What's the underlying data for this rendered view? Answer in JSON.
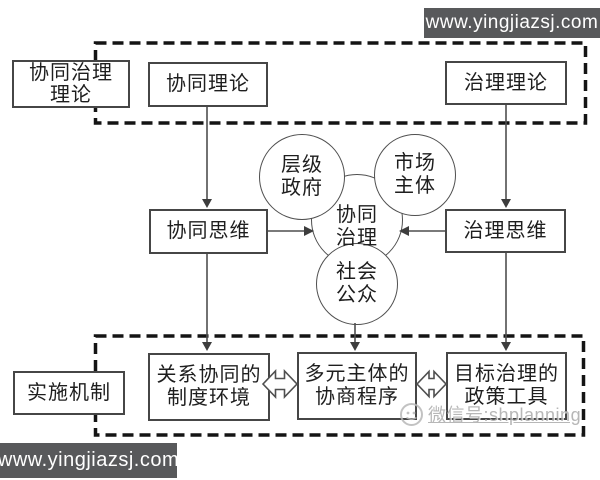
{
  "banners": {
    "top_url": "www.yingjiazsj.com",
    "bottom_url": "www.yingjiazsj.com"
  },
  "watermark": {
    "icon": "wechat-icon",
    "label": "微信号:shplanning"
  },
  "diagram": {
    "section_labels": {
      "theory_line1": "协同治理",
      "theory_line2": "理论",
      "mechanism": "实施机制"
    },
    "theory_boxes": {
      "left": "协同理论",
      "right": "治理理论"
    },
    "thinking_boxes": {
      "left": "协同思维",
      "right": "治理思维"
    },
    "circles": {
      "center_line1": "协同",
      "center_line2": "治理",
      "gov_line1": "层级",
      "gov_line2": "政府",
      "market_line1": "市场",
      "market_line2": "主体",
      "public_line1": "社会",
      "public_line2": "公众"
    },
    "mechanism_boxes": {
      "b1_line1": "关系协同的",
      "b1_line2": "制度环境",
      "b2_line1": "多元主体的",
      "b2_line2": "协商程序",
      "b3_line1": "目标治理的",
      "b3_line2": "政策工具"
    }
  },
  "colors": {
    "banner_bg": "#58595b",
    "banner_text": "#ffffff",
    "dashed_border": "#141414",
    "connector_line": "#4f4f4f",
    "box_border": "#464646",
    "box_text": "#1e1e1e",
    "watermark_gray": "#ababab"
  }
}
